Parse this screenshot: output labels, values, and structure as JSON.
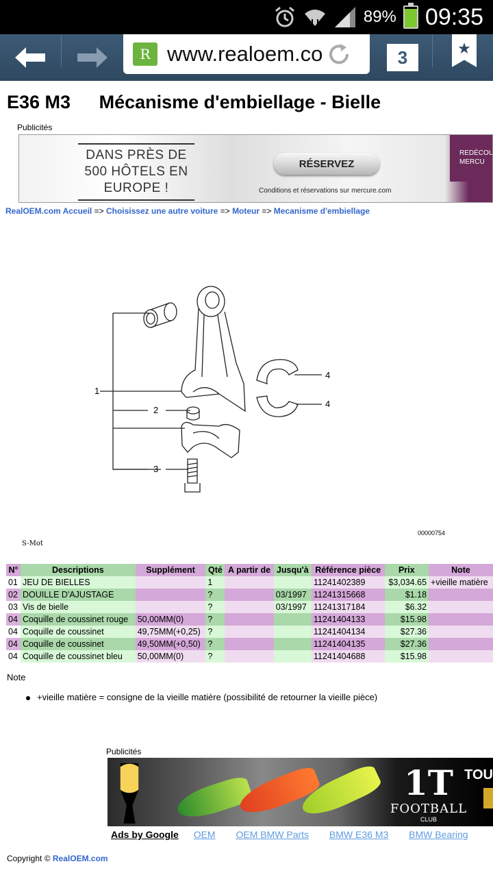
{
  "status_bar": {
    "battery_pct": "89%",
    "battery_level": 0.89,
    "time": "09:35"
  },
  "browser": {
    "url": "www.realoem.co",
    "tab_count": "3"
  },
  "page": {
    "model": "E36 M3",
    "title": "Mécanisme d'embiellage - Bielle"
  },
  "ads": {
    "label_top": "Publicités",
    "banner_left": "DANS PRÈS DE 500 HÔTELS EN EUROPE !",
    "banner_button": "RÉSERVEZ",
    "banner_conditions": "Conditions et réservations sur mercure.com",
    "banner_right": "REDÉCOU MERCU",
    "label_bottom": "Publicités",
    "football_brand": "FOOTBALL",
    "football_club": "CLUB",
    "football_tou": "TOU",
    "ads_by": "Ads by Google",
    "links": [
      "OEM",
      "OEM BMW Parts",
      "BMW E36 M3",
      "BMW Bearing"
    ]
  },
  "breadcrumb": {
    "items": [
      "RealOEM.com Accueil",
      "Choisissez une autre voiture",
      "Moteur",
      "Mecanisme d'embiellage"
    ],
    "separator": "=>"
  },
  "diagram": {
    "callouts": [
      "1",
      "2",
      "3",
      "4",
      "4"
    ],
    "code": "00000754",
    "caption": "S-Mot"
  },
  "table": {
    "headers": [
      "N°",
      "Descriptions",
      "Supplément",
      "Qté",
      "A partir de",
      "Jusqu'à",
      "Référence pièce",
      "Prix",
      "Note"
    ],
    "rows": [
      [
        "01",
        "JEU DE BIELLES",
        "",
        "1",
        "",
        "",
        "11241402389",
        "$3,034.65",
        "+vieille matière"
      ],
      [
        "02",
        "DOUILLE D'AJUSTAGE",
        "",
        "?",
        "",
        "03/1997",
        "11241315668",
        "$1.18",
        ""
      ],
      [
        "03",
        "Vis de bielle",
        "",
        "?",
        "",
        "03/1997",
        "11241317184",
        "$6.32",
        ""
      ],
      [
        "04",
        "Coquille de coussinet rouge",
        "50,00MM(0)",
        "?",
        "",
        "",
        "11241404133",
        "$15.98",
        ""
      ],
      [
        "04",
        "Coquille de coussinet",
        "49,75MM(+0,25)",
        "?",
        "",
        "",
        "11241404134",
        "$27.36",
        ""
      ],
      [
        "04",
        "Coquille de coussinet",
        "49,50MM(+0,50)",
        "?",
        "",
        "",
        "11241404135",
        "$27.36",
        ""
      ],
      [
        "04",
        "Coquille de coussinet bleu",
        "50,00MM(0)",
        "?",
        "",
        "",
        "11241404688",
        "$15.98",
        ""
      ]
    ]
  },
  "note": {
    "title": "Note",
    "item": "+vieille matière = consigne de la vieille matière (possibilité de retourner la vieille pièce)"
  },
  "footer": {
    "prefix": "Copyright ©",
    "link": "RealOEM.com"
  }
}
